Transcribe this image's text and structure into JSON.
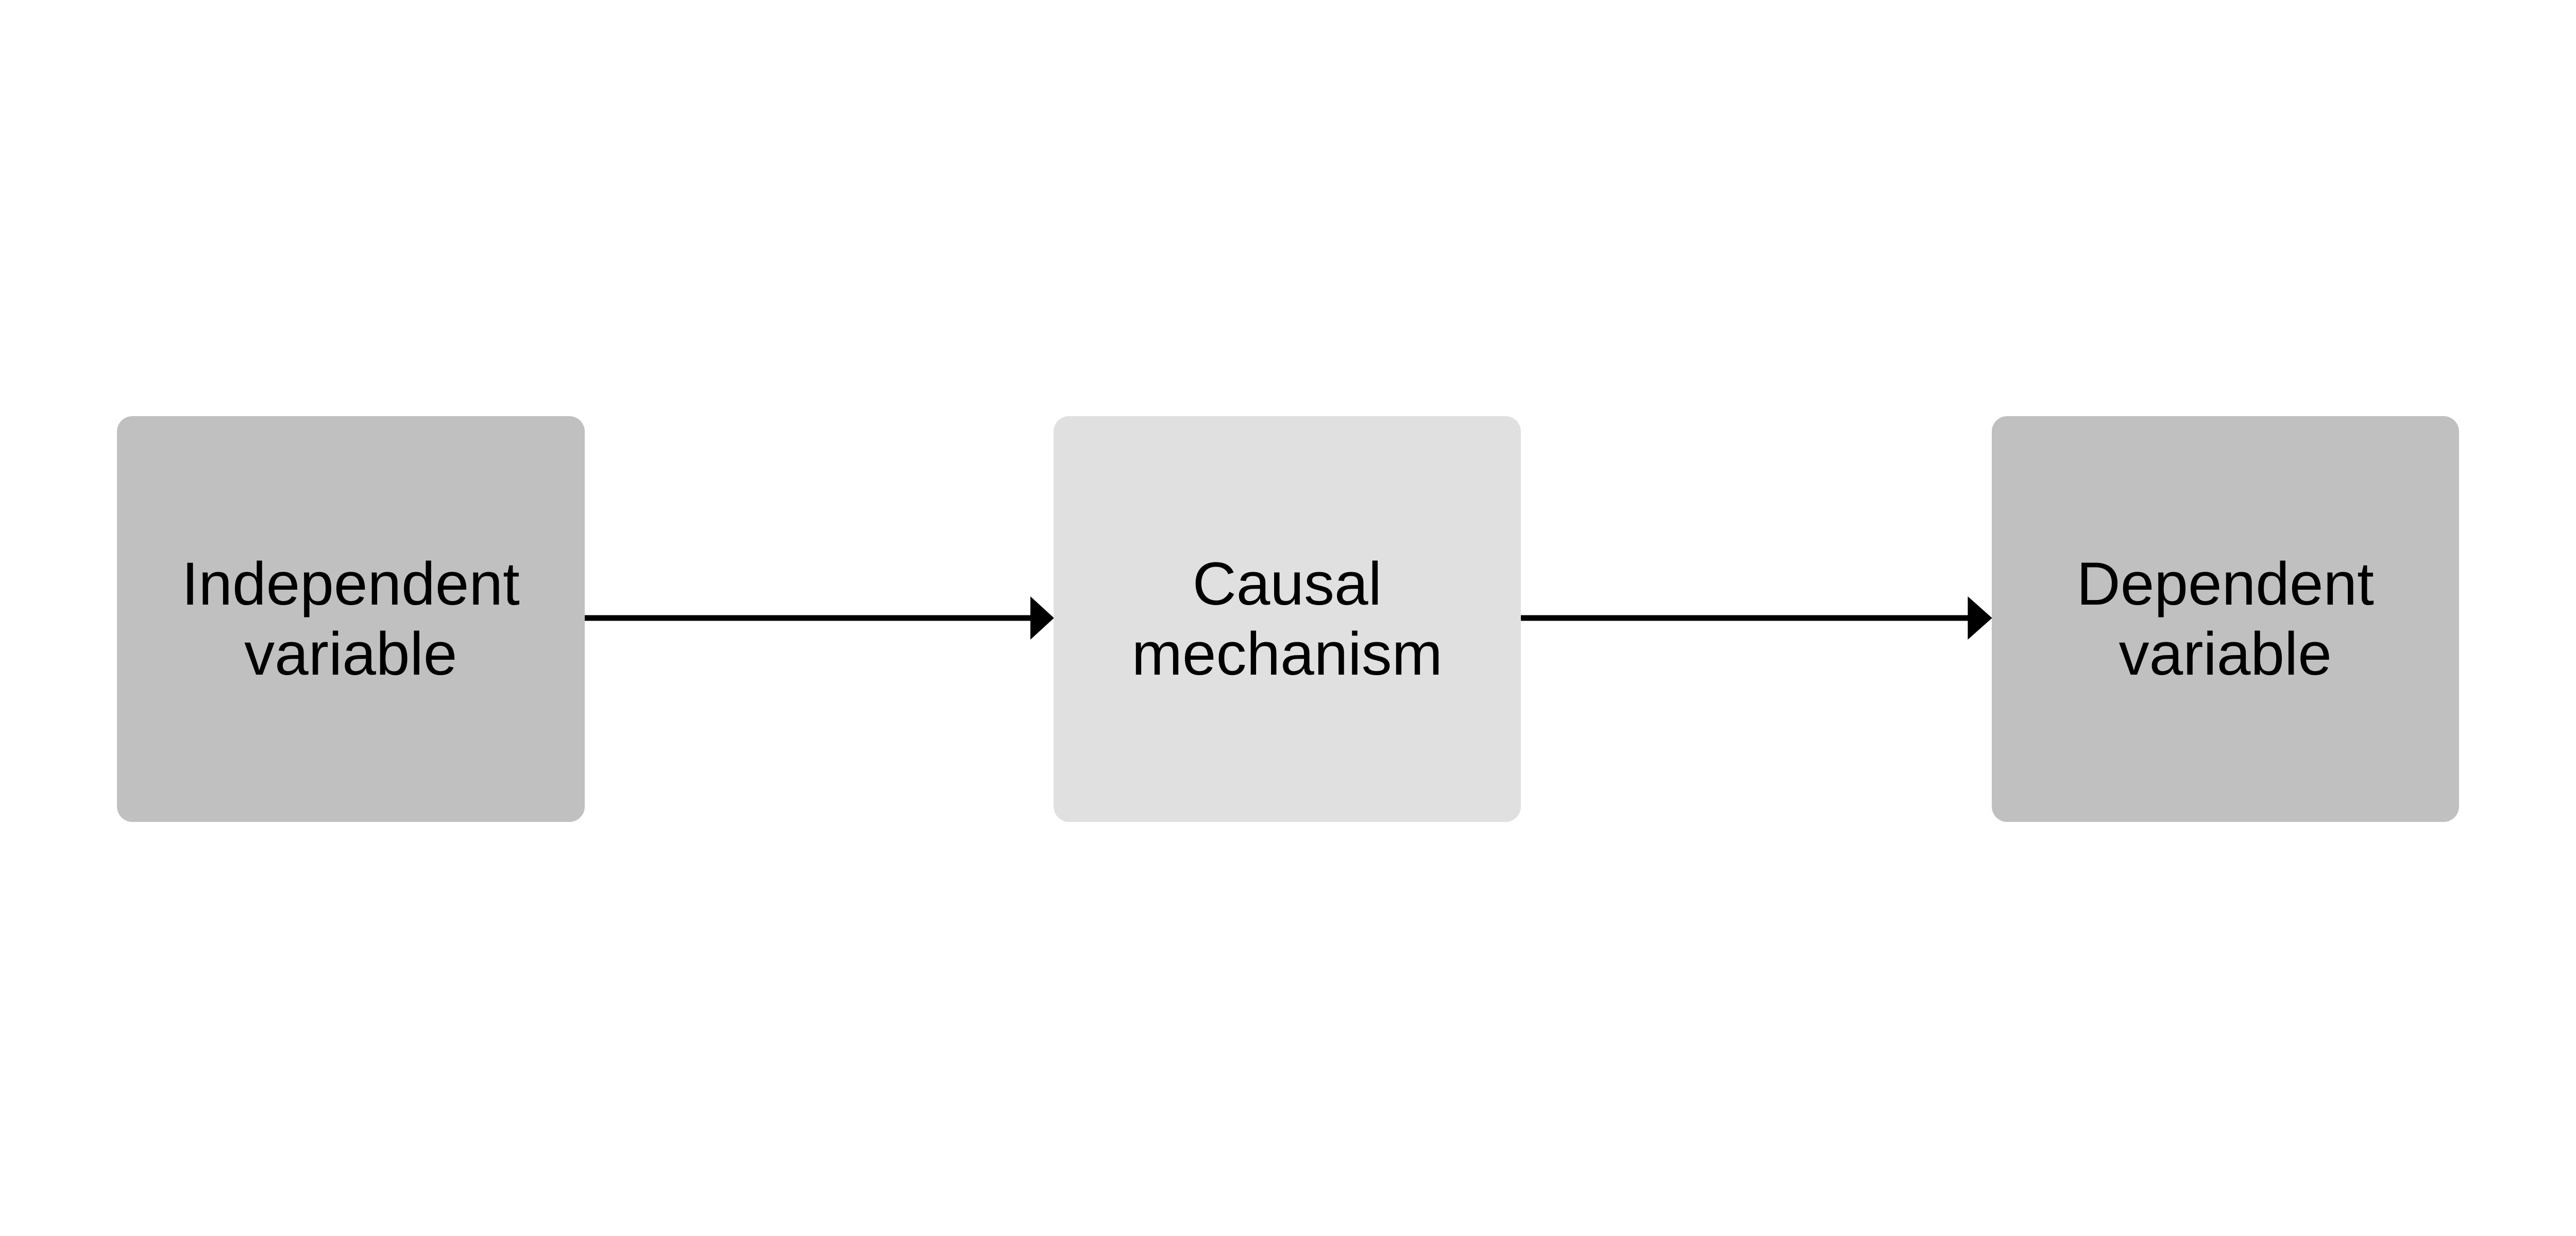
{
  "nodes": [
    {
      "label": "Independent variable",
      "color": "#c0c0c0"
    },
    {
      "label": "Causal mechanism",
      "color": "#e0e0e0"
    },
    {
      "label": "Dependent variable",
      "color": "#c0c0c0"
    }
  ],
  "edges": [
    {
      "from": "Independent variable",
      "to": "Causal mechanism"
    },
    {
      "from": "Causal mechanism",
      "to": "Dependent variable"
    }
  ]
}
